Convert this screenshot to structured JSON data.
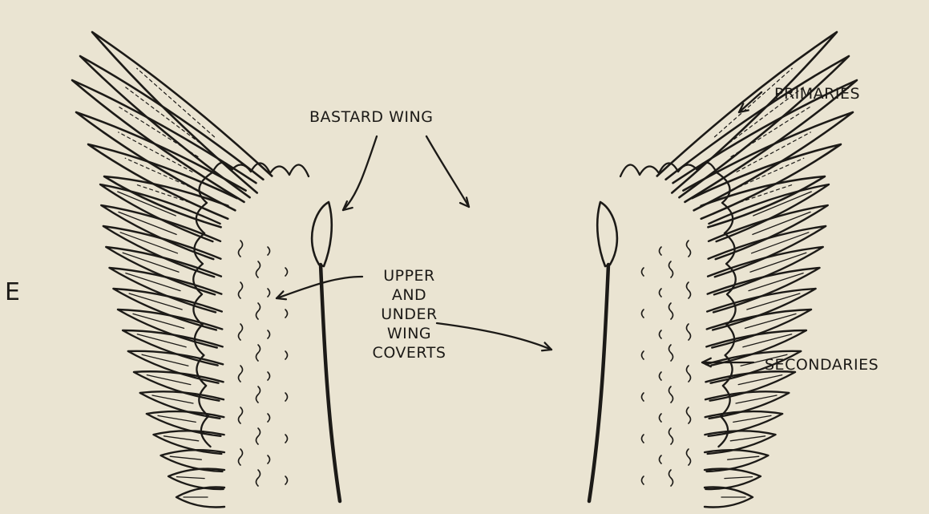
{
  "figure": {
    "panel_letter": "E",
    "labels": {
      "bastard_wing": "BASTARD WING",
      "primaries": "PRIMARIES",
      "secondaries": "SECONDARIES",
      "coverts": [
        "UPPER",
        "AND",
        "UNDER",
        "WING",
        "COVERTS"
      ]
    }
  },
  "colors": {
    "paper": "#eae4d2",
    "ink": "#1c1a17"
  }
}
